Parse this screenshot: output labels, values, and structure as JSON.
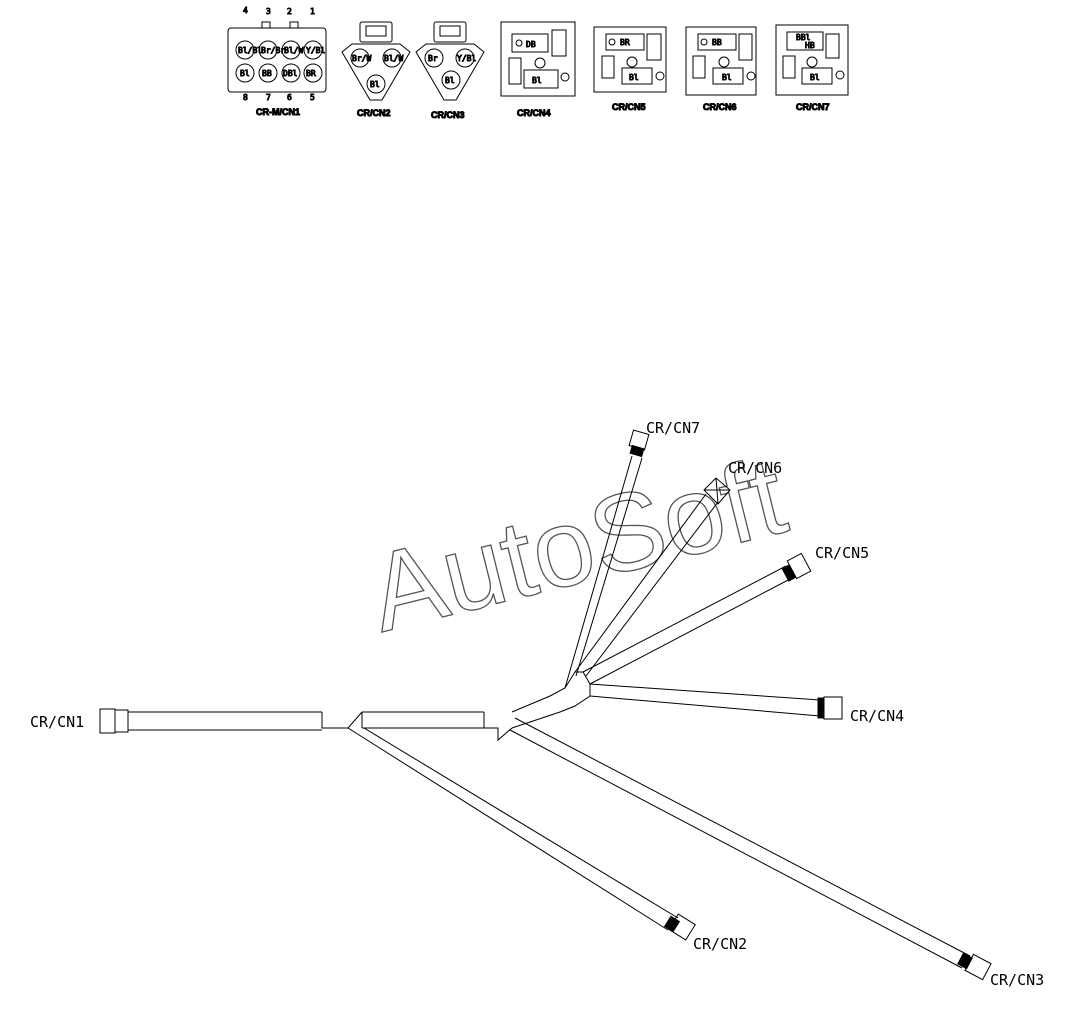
{
  "watermark": "AutoSoft",
  "connector_views": [
    {
      "caption": "CR-M/CN1",
      "pins": [
        "Bl/Bl",
        "Br/Br",
        "Bl/W",
        "Y/Bl",
        "Bl",
        "BB",
        "DBl",
        "BR"
      ],
      "pin_numbers": [
        "4",
        "3",
        "2",
        "1",
        "8",
        "7",
        "6",
        "5"
      ]
    },
    {
      "caption": "CR/CN2",
      "pins": [
        "Br/W",
        "Bl/W",
        "Bl"
      ]
    },
    {
      "caption": "CR/CN3",
      "pins": [
        "Br",
        "Y/Bl",
        "Bl"
      ]
    },
    {
      "caption": "CR/CN4",
      "pins": [
        "DB",
        "Bl"
      ]
    },
    {
      "caption": "CR/CN5",
      "pins": [
        "BR",
        "Bl"
      ]
    },
    {
      "caption": "CR/CN6",
      "pins": [
        "BB",
        "Bl"
      ]
    },
    {
      "caption": "CR/CN7",
      "pins": [
        "BBl",
        "HB",
        "Bl"
      ]
    }
  ],
  "harness_labels": {
    "cn1": "CR/CN1",
    "cn2": "CR/CN2",
    "cn3": "CR/CN3",
    "cn4": "CR/CN4",
    "cn5": "CR/CN5",
    "cn6": "CR/CN6",
    "cn7": "CR/CN7"
  }
}
